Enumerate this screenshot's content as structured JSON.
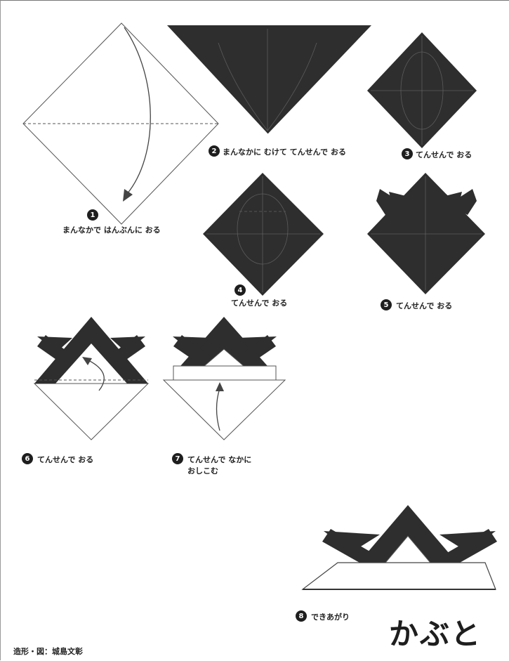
{
  "title": "かぶと",
  "credit": "造形・図：城島文彰",
  "steps": [
    {
      "num": "1",
      "text": "まんなかで はんぶんに おる"
    },
    {
      "num": "2",
      "text": "まんなかに むけて てんせんで おる"
    },
    {
      "num": "3",
      "text": "てんせんで おる"
    },
    {
      "num": "4",
      "text": "てんせんで おる"
    },
    {
      "num": "5",
      "text": "てんせんで おる"
    },
    {
      "num": "6",
      "text": "てんせんで おる"
    },
    {
      "num": "7",
      "text": "てんせんで なかに",
      "text2": "おしこむ"
    },
    {
      "num": "8",
      "text": "できあがり"
    }
  ],
  "colors": {
    "paper_dark": "#2e2e2e",
    "paper_light": "#ffffff"
  }
}
